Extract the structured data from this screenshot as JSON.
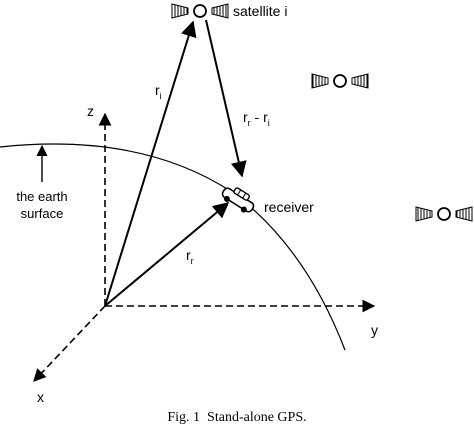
{
  "labels": {
    "satellite": "satellite i",
    "receiver": "receiver",
    "earth_line1": "the earth",
    "earth_line2": "surface",
    "axis_z": "z",
    "axis_y": "y",
    "axis_x": "x",
    "vec_ri_base": "r",
    "vec_ri_sub": "i",
    "vec_rr_base": "r",
    "vec_rr_sub": "r",
    "vec_diff_a": "r",
    "vec_diff_a_sub": "r",
    "vec_diff_op": " - ",
    "vec_diff_b": "r",
    "vec_diff_b_sub": "i"
  },
  "caption": "Fig. 1  Stand-alone GPS."
}
